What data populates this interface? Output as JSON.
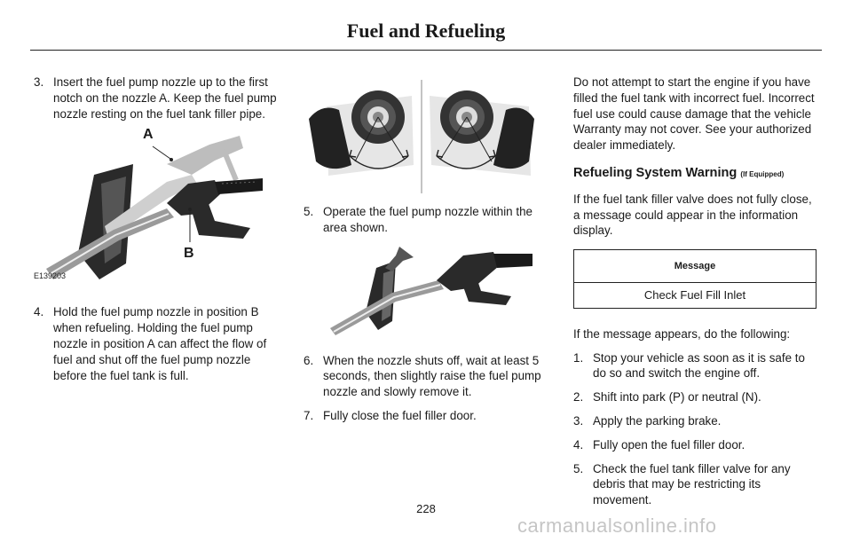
{
  "header": {
    "title": "Fuel and Refueling"
  },
  "col1": {
    "step3": {
      "num": "3.",
      "text": "Insert the fuel pump nozzle up to the first notch on the nozzle A.  Keep the fuel pump nozzle resting on the fuel tank filler pipe."
    },
    "figure": {
      "label_a": "A",
      "label_b": "B",
      "code": "E139203"
    },
    "step4": {
      "num": "4.",
      "text": "Hold the fuel pump nozzle in position B when refueling.  Holding the fuel pump nozzle in position A can affect the flow of fuel and shut off the fuel pump nozzle before the fuel tank is full."
    }
  },
  "col2": {
    "step5": {
      "num": "5.",
      "text": "Operate the fuel pump nozzle within the area shown."
    },
    "step6": {
      "num": "6.",
      "text": "When the nozzle shuts off, wait at least 5 seconds, then slightly raise the fuel pump nozzle and slowly remove it."
    },
    "step7": {
      "num": "7.",
      "text": "Fully close the fuel filler door."
    }
  },
  "col3": {
    "intro": "Do not attempt to start the engine if you have filled the fuel tank with incorrect fuel. Incorrect fuel use could cause damage that the vehicle Warranty may not cover. See your authorized dealer immediately.",
    "heading": "Refueling System Warning",
    "heading_suffix": "(If Equipped)",
    "warning_text": "If the fuel tank filler valve does not fully close, a message could appear in the information display.",
    "table": {
      "header": "Message",
      "row": "Check Fuel Fill Inlet"
    },
    "follow": "If the message appears, do the following:",
    "steps": [
      {
        "num": "1.",
        "text": "Stop your vehicle as soon as it is safe to do so and switch the engine off."
      },
      {
        "num": "2.",
        "text": "Shift into park (P) or neutral (N)."
      },
      {
        "num": "3.",
        "text": "Apply the parking brake."
      },
      {
        "num": "4.",
        "text": "Fully open the fuel filler door."
      },
      {
        "num": "5.",
        "text": "Check the fuel tank filler valve for any debris that may be restricting its movement."
      }
    ]
  },
  "footer": {
    "page_number": "228",
    "watermark": "carmanualsonline.info"
  }
}
